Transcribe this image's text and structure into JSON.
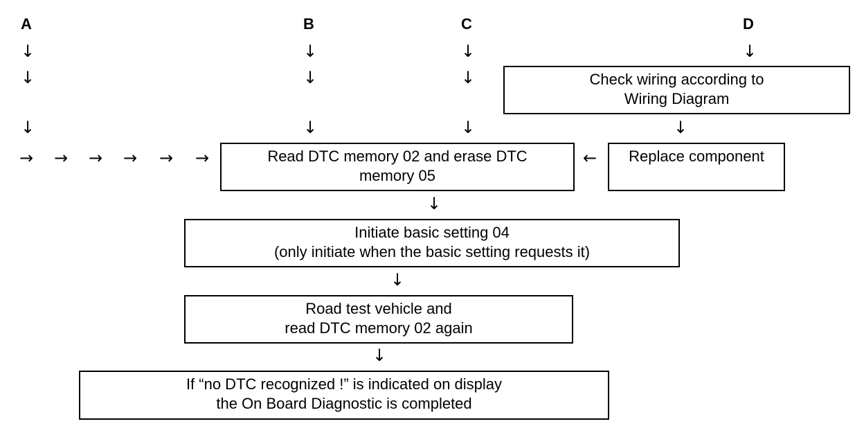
{
  "labels": {
    "a": "A",
    "b": "B",
    "c": "C",
    "d": "D"
  },
  "arrows": {
    "down": "↓",
    "right": "→",
    "left": "←"
  },
  "boxes": {
    "check_wiring": [
      "Check wiring according to",
      "Wiring Diagram"
    ],
    "replace_component": [
      "Replace component"
    ],
    "read_dtc": [
      "Read DTC memory 02 and erase DTC",
      "memory 05"
    ],
    "basic_setting": [
      "Initiate basic setting 04",
      "(only initiate when the basic setting requests it)"
    ],
    "road_test": [
      "Road test vehicle and",
      "read DTC memory 02 again"
    ],
    "completed": [
      "If “no DTC recognized !” is indicated on display",
      "the On Board Diagnostic is completed"
    ]
  }
}
